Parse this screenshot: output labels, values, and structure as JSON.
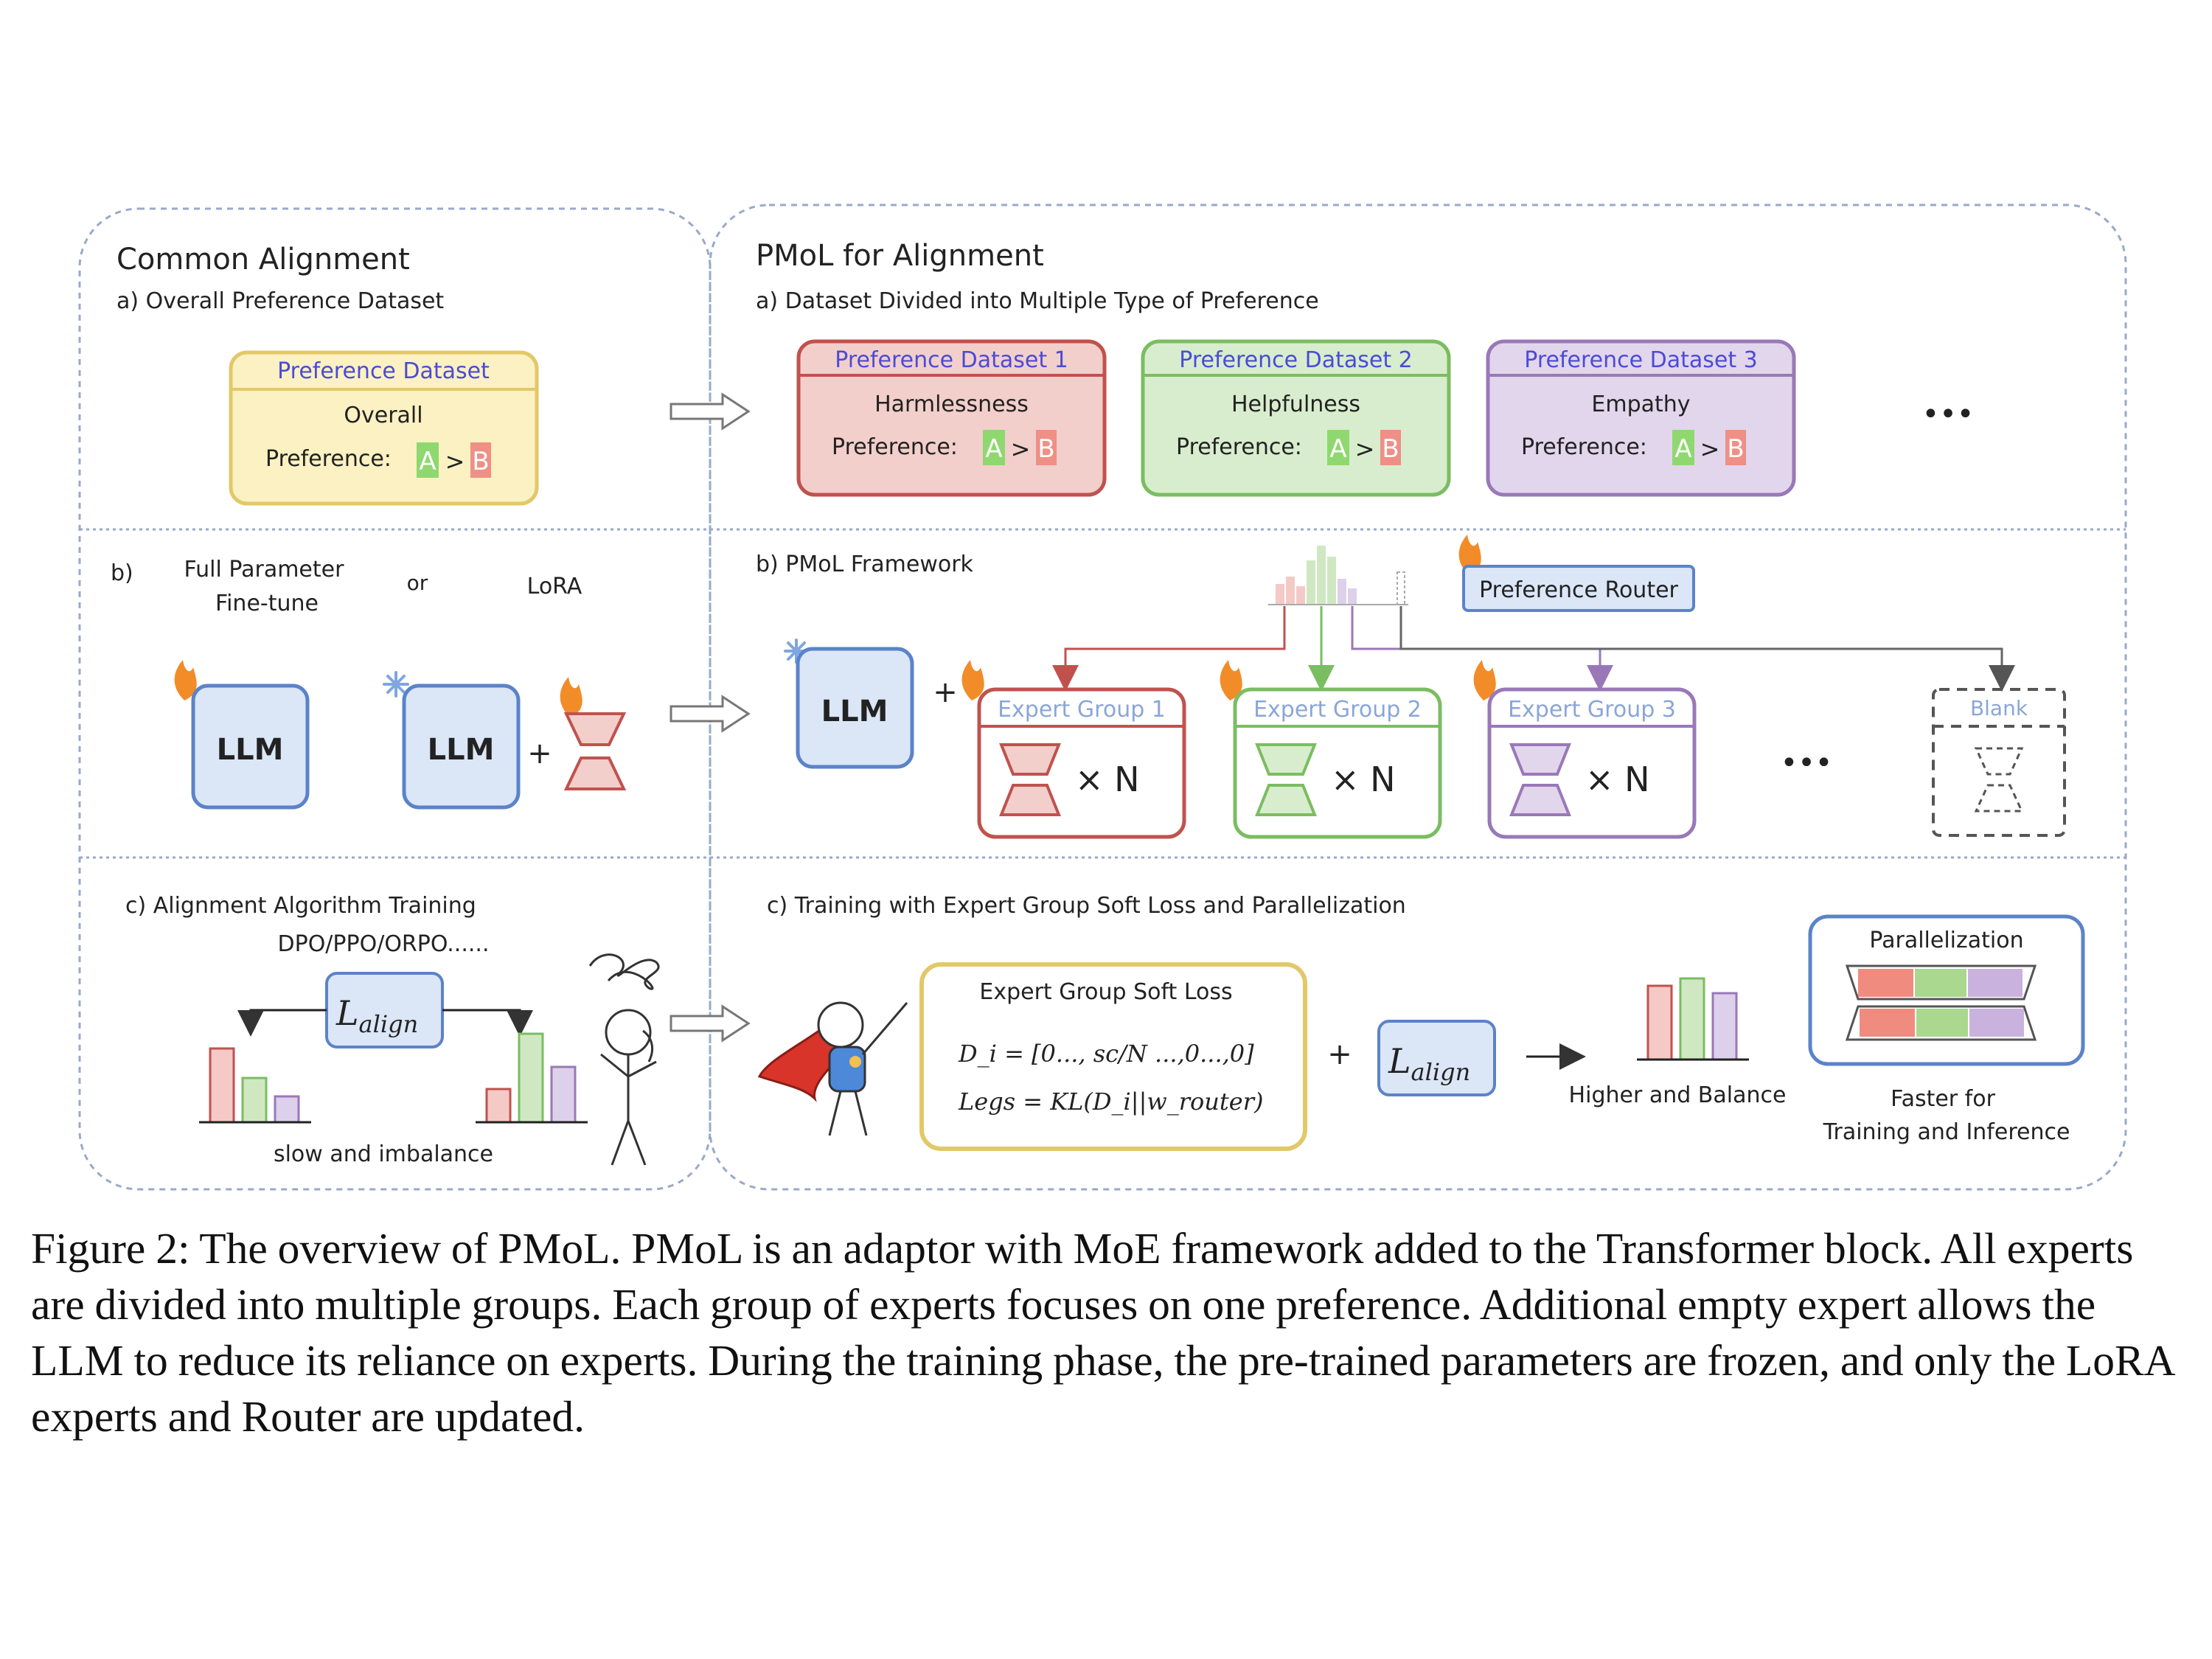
{
  "left_panel": {
    "title": "Common Alignment",
    "a_label": "a) Overall Preference Dataset",
    "dataset_box": {
      "title": "Preference Dataset",
      "name": "Overall",
      "pref_label": "Preference:",
      "a": "A",
      "gt": ">",
      "b": "B"
    },
    "b_label": "b)",
    "full_param_1": "Full Parameter",
    "full_param_2": "Fine-tune",
    "or": "or",
    "lora": "LoRA",
    "llm": "LLM",
    "plus": "+",
    "c_label": "c) Alignment Algorithm Training",
    "algos": "DPO/PPO/ORPO......",
    "loss_main": "L",
    "loss_sub": "align",
    "slow": "slow and imbalance"
  },
  "right_panel": {
    "title": "PMoL for Alignment",
    "a_label": "a) Dataset Divided into Multiple Type of Preference",
    "datasets": [
      {
        "title": "Preference Dataset 1",
        "name": "Harmlessness",
        "pref_label": "Preference:",
        "a": "A",
        "gt": ">",
        "b": "B",
        "fill": "#f2cfcb",
        "stroke": "#c0524e"
      },
      {
        "title": "Preference Dataset 2",
        "name": "Helpfulness",
        "pref_label": "Preference:",
        "a": "A",
        "gt": ">",
        "b": "B",
        "fill": "#d8edcd",
        "stroke": "#7bbd61"
      },
      {
        "title": "Preference Dataset 3",
        "name": "Empathy",
        "pref_label": "Preference:",
        "a": "A",
        "gt": ">",
        "b": "B",
        "fill": "#e2d6ec",
        "stroke": "#9a78b8"
      }
    ],
    "ellipsis": "•••",
    "b_label": "b) PMoL Framework",
    "router": "Preference Router",
    "llm": "LLM",
    "plus": "+",
    "expert_groups": [
      {
        "title": "Expert Group 1",
        "times": "× N",
        "color": "#c0524e",
        "fill": "#f2cfcb"
      },
      {
        "title": "Expert Group 2",
        "times": "× N",
        "color": "#7bbd61",
        "fill": "#d8edcd"
      },
      {
        "title": "Expert Group 3",
        "times": "× N",
        "color": "#9a78b8",
        "fill": "#e2d6ec"
      }
    ],
    "blank": "Blank",
    "c_label": "c) Training with Expert Group Soft Loss and Parallelization",
    "soft_loss_title": "Expert Group Soft Loss",
    "eq1": "D_i = [0..., sc/N ...,0...,0]",
    "eq2": "Legs = KL(D_i||w_router)",
    "plus2": "+",
    "loss_main": "L",
    "loss_sub": "align",
    "higher": "Higher and Balance",
    "parallel_title": "Parallelization",
    "faster_1": "Faster for",
    "faster_2": "Training and  Inference"
  },
  "caption": "Figure 2: The overview of PMoL. PMoL is an adaptor with MoE framework added to the Transformer block. All experts are divided into multiple groups. Each group of experts focuses on one preference. Additional empty expert allows the LLM to reduce its reliance on experts. During the training phase, the pre-trained parameters are frozen, and only the LoRA experts and Router are updated.",
  "bars_left_before": [
    100,
    60,
    35
  ],
  "bars_left_after": [
    45,
    120,
    75
  ],
  "bars_right": [
    100,
    110,
    90
  ],
  "colors": {
    "red": "#c0524e",
    "green": "#7bbd61",
    "purple": "#9a78b8",
    "llm_fill": "#dbe6f7",
    "llm_stroke": "#5b83c9",
    "yellow_fill": "#fbf1c2",
    "yellow_stroke": "#e2c868"
  }
}
